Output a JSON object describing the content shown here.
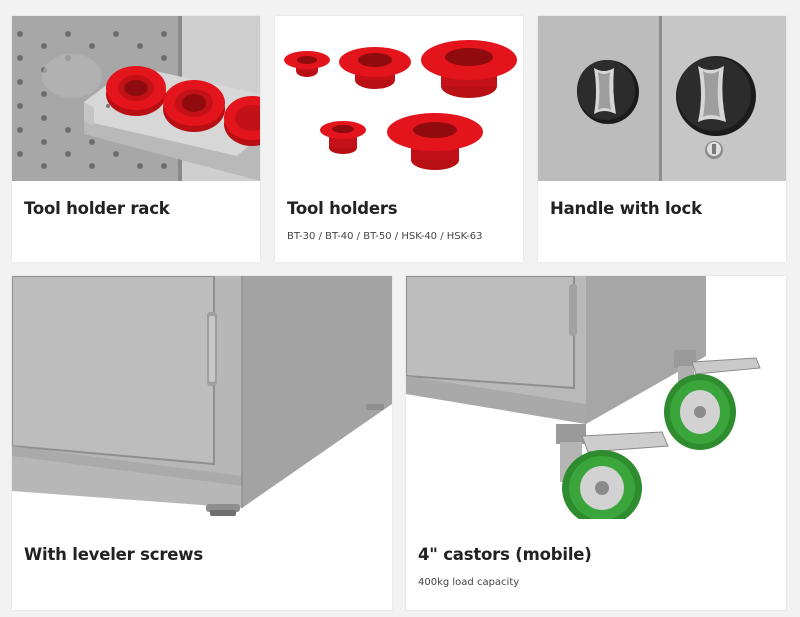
{
  "cards": [
    {
      "title": "Tool holder rack",
      "image_icon": "tool-holder-rack-photo"
    },
    {
      "title": "Tool holders",
      "subtitle": "BT-30 / BT-40 / BT-50 / HSK-40 / HSK-63",
      "image_icon": "tool-holders-photo"
    },
    {
      "title": "Handle with lock",
      "image_icon": "handle-lock-photo"
    },
    {
      "title": "With leveler screws",
      "image_icon": "leveler-screws-photo"
    },
    {
      "title": "4\" castors (mobile)",
      "subtitle": "400kg load capacity",
      "image_icon": "castors-photo"
    }
  ],
  "colors": {
    "page_background": "#f2f2f2",
    "card_background": "#ffffff",
    "title_text": "#222222",
    "holder_red": "#e3141b",
    "cabinet_grey": "#b4b4b4",
    "castor_green": "#3aa53a"
  }
}
